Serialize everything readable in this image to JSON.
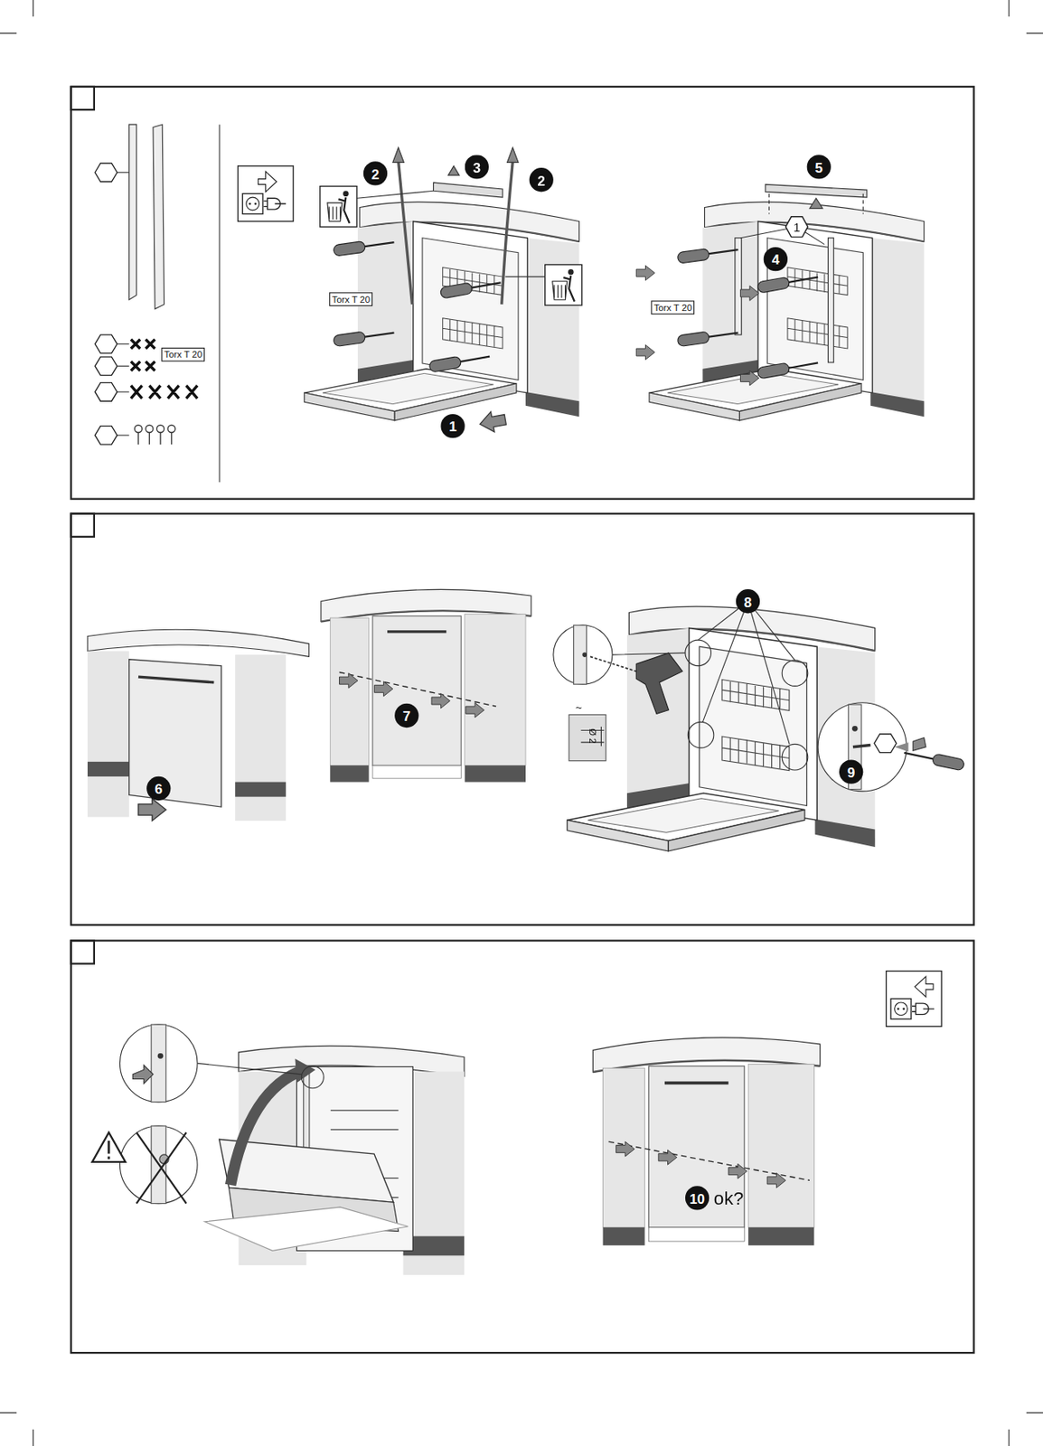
{
  "diagram": {
    "nodes": [
      {
        "text": [
          "Torx T 20"
        ]
      },
      {
        "text": [
          "2"
        ]
      },
      {
        "text": [
          "3"
        ]
      },
      {
        "text": [
          "2"
        ]
      },
      {
        "text": [
          "Torx T 20"
        ]
      },
      {
        "text": [
          "1"
        ]
      },
      {
        "text": [
          "5"
        ]
      },
      {
        "text": [
          "1"
        ]
      },
      {
        "text": [
          "4"
        ]
      },
      {
        "text": [
          "Torx T 20"
        ]
      },
      {
        "text": [
          "6"
        ]
      },
      {
        "text": [
          "7"
        ]
      },
      {
        "text": [
          "8"
        ]
      },
      {
        "text": [
          "9"
        ]
      },
      {
        "text": [
          "10"
        ]
      }
    ],
    "labels": [
      "~",
      "Ø 2",
      "ok?"
    ]
  }
}
